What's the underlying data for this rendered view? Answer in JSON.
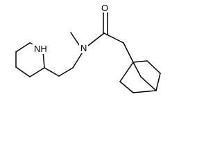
{
  "molecule": {
    "atoms": {
      "nh": "NH",
      "n": "N",
      "o": "O"
    },
    "colors": {
      "bond": "#000000",
      "label": "#000000",
      "background": "#ffffff"
    }
  }
}
